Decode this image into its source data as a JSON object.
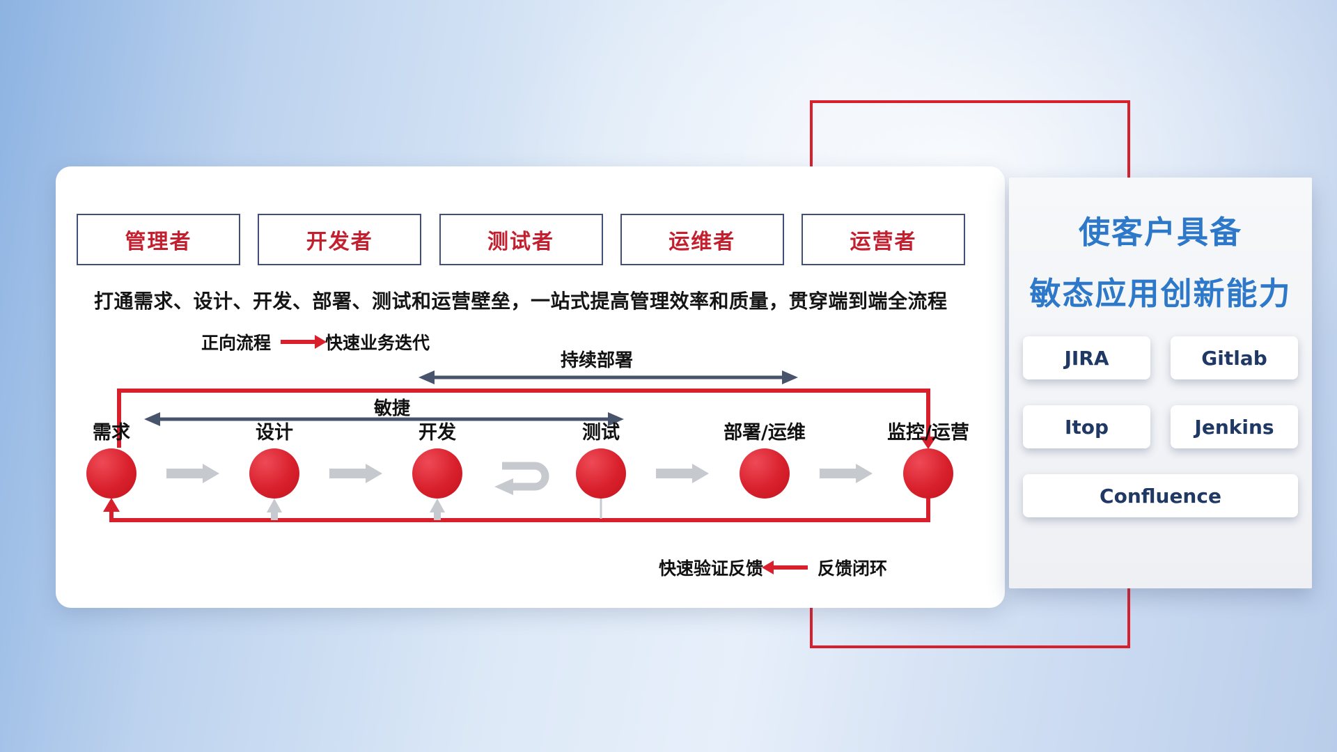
{
  "roles": [
    {
      "label": "管理者"
    },
    {
      "label": "开发者"
    },
    {
      "label": "测试者"
    },
    {
      "label": "运维者"
    },
    {
      "label": "运营者"
    }
  ],
  "description": "打通需求、设计、开发、部署、测试和运营壁垒，一站式提高管理效率和质量，贯穿端到端全流程",
  "legend_forward": {
    "label": "正向流程",
    "value": "快速业务迭代"
  },
  "legend_feedback": {
    "label": "快速验证反馈",
    "value": "反馈闭环"
  },
  "flow": {
    "stages": [
      {
        "label": "需求"
      },
      {
        "label": "设计"
      },
      {
        "label": "开发"
      },
      {
        "label": "测试"
      },
      {
        "label": "部署/运维"
      },
      {
        "label": "监控/运营"
      }
    ],
    "span_arrows": [
      {
        "label": "敏捷"
      },
      {
        "label": "持续部署"
      }
    ]
  },
  "side_panel": {
    "title_line1": "使客户具备",
    "title_line2": "敏态应用创新能力",
    "tools": [
      {
        "label": "JIRA"
      },
      {
        "label": "Gitlab"
      },
      {
        "label": "Itop"
      },
      {
        "label": "Jenkins"
      },
      {
        "label": "Confluence"
      }
    ]
  },
  "colors": {
    "accent_red": "#d8202c",
    "title_blue": "#2d78c8",
    "tool_text_navy": "#1f3864",
    "role_text_red": "#c31f2e",
    "role_border_navy": "#404f78",
    "dark_arrow": "#47546b",
    "gray_arrow": "#c6c9cd"
  }
}
